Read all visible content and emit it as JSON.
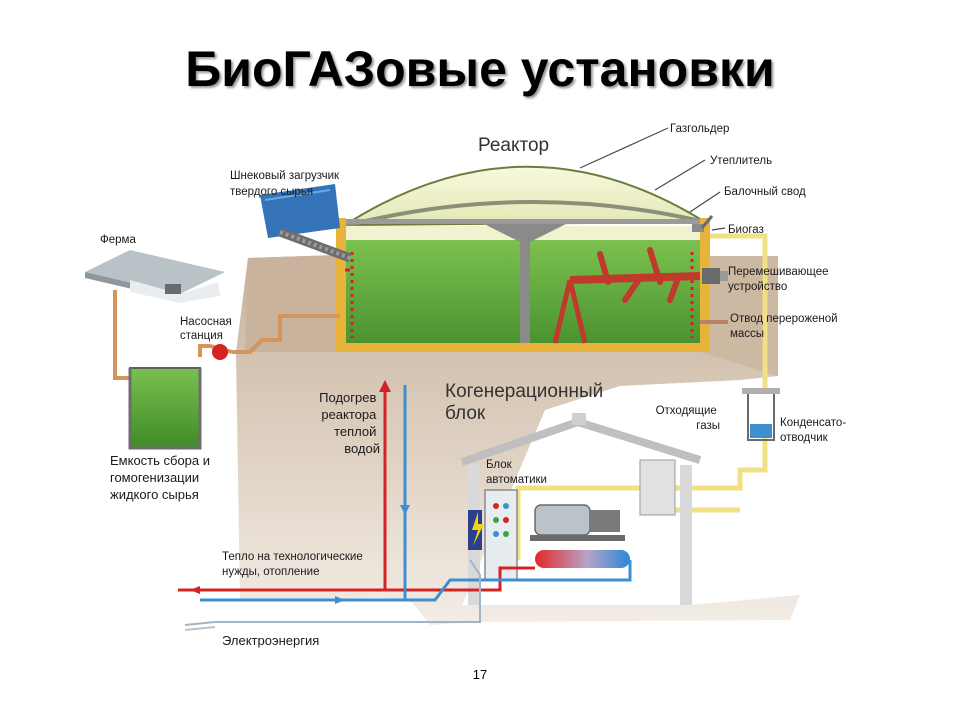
{
  "title": "БиоГАЗовые установки",
  "page_number": "17",
  "labels": {
    "reactor": "Реактор",
    "gasholder": "Газгольдер",
    "insulation": "Утеплитель",
    "beam_vault": "Балочный свод",
    "biogas": "Биогаз",
    "screw_loader": [
      "Шнековый загрузчик",
      "твердого сырья"
    ],
    "farm": "Ферма",
    "pump_station": [
      "Насосная",
      "станция"
    ],
    "mixer": [
      "Перемешивающее",
      "устройство"
    ],
    "digestate_outlet": [
      "Отвод перероженой",
      "массы"
    ],
    "cogeneration_unit": [
      "Когенерационный",
      "блок"
    ],
    "reactor_heating": [
      "Подогрев",
      "реактора",
      "теплой",
      "водой"
    ],
    "exhaust_gases": [
      "Отходящие",
      "газы"
    ],
    "condensate_trap": [
      "Конденсато-",
      "отводчик"
    ],
    "tank": [
      "Емкость сбора и",
      "гомогенизации",
      "жидкого сырья"
    ],
    "automation_unit": [
      "Блок",
      "автоматики"
    ],
    "heat_for_needs": [
      "Тепло на технологические",
      "нужды, отопление"
    ],
    "electricity": "Электроэнергия"
  },
  "colors": {
    "slurry": "#5da63c",
    "dome": "#eff1c8",
    "hot_water": "#d42323",
    "cold_water": "#3d8fd0",
    "biogas_pipe": "#f2e184",
    "feed_pipe": "#d4945c",
    "screw_loader": "#3473b8",
    "ground": "#d8c9b6",
    "walls": "#e7b33b"
  }
}
